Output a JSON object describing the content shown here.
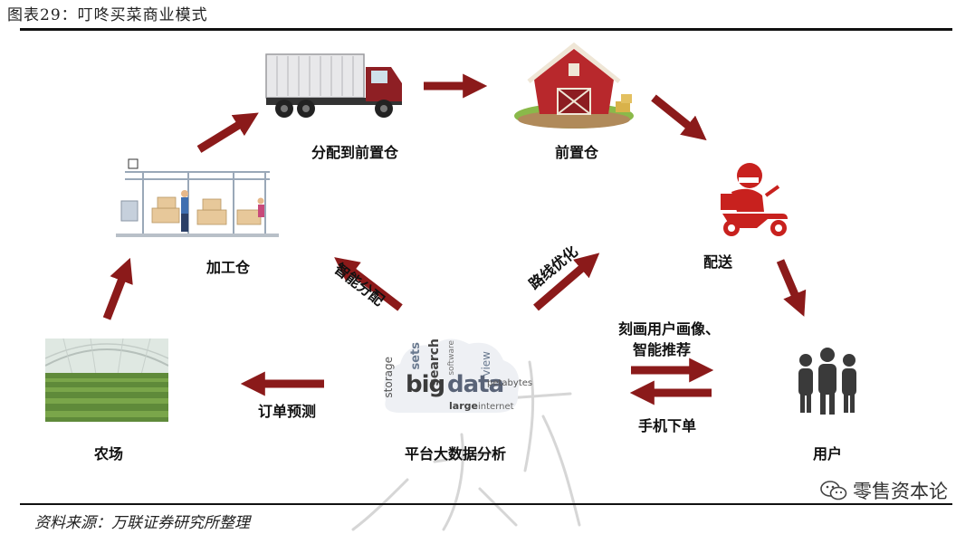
{
  "header": {
    "title": "图表29：叮咚买菜商业模式"
  },
  "nodes": {
    "distribute": "分配到前置仓",
    "front_warehouse": "前置仓",
    "delivery": "配送",
    "user": "用户",
    "platform": "平台大数据分析",
    "farm": "农场",
    "processing": "加工仓"
  },
  "edges": {
    "smart_distribution": "智能分配",
    "route_optimization": "路线优化",
    "order_forecast": "订单预测",
    "profiling_line1": "刻画用户画像、",
    "profiling_line2": "智能推荐",
    "mobile_order": "手机下单"
  },
  "bigdata_words": {
    "big": "big",
    "data": "data",
    "sets": "sets",
    "search": "search",
    "petabytes": "petabytes",
    "storage": "storage",
    "internet": "internet",
    "large": "large",
    "view": "view",
    "software": "software"
  },
  "footer": {
    "source": "资料来源：万联证券研究所整理",
    "wechat": "零售资本论"
  },
  "colors": {
    "arrow": "#8b1a1a",
    "rule": "#111111"
  }
}
